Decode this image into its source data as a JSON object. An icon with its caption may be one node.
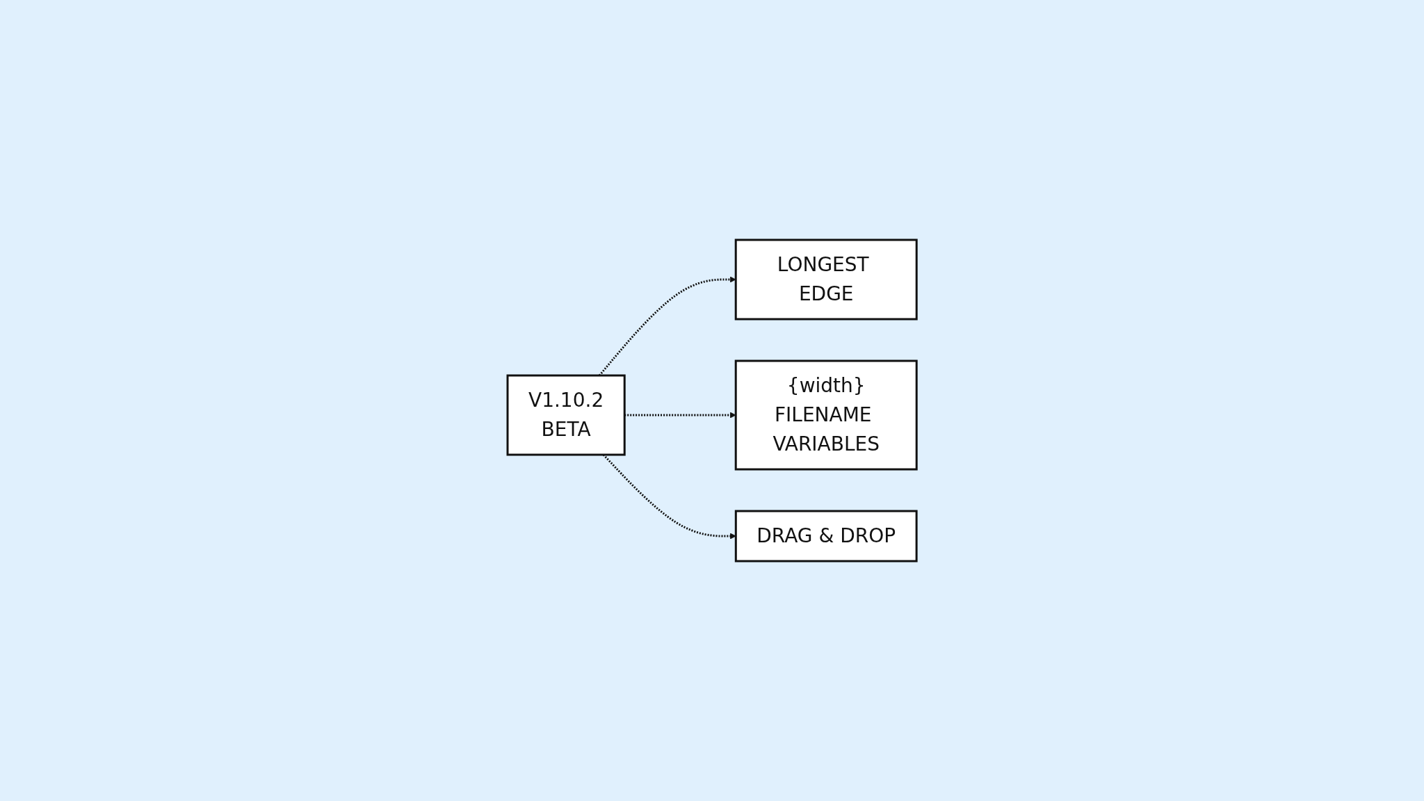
{
  "diagram": {
    "nodes": [
      {
        "text": [
          "V1.10.2",
          "BETA"
        ]
      },
      {
        "text": [
          "LONGEST EDGE"
        ]
      },
      {
        "text": [
          "{width}",
          "FILENAME VARIABLES"
        ]
      },
      {
        "text": [
          "DRAG & DROP"
        ]
      }
    ],
    "edges": [
      {
        "from": 0,
        "to": 1,
        "arrow": "to",
        "style": "dashed"
      },
      {
        "from": 0,
        "to": 2,
        "arrow": "to",
        "style": "dashed"
      },
      {
        "from": 0,
        "to": 3,
        "arrow": "to",
        "style": "dashed"
      }
    ]
  }
}
